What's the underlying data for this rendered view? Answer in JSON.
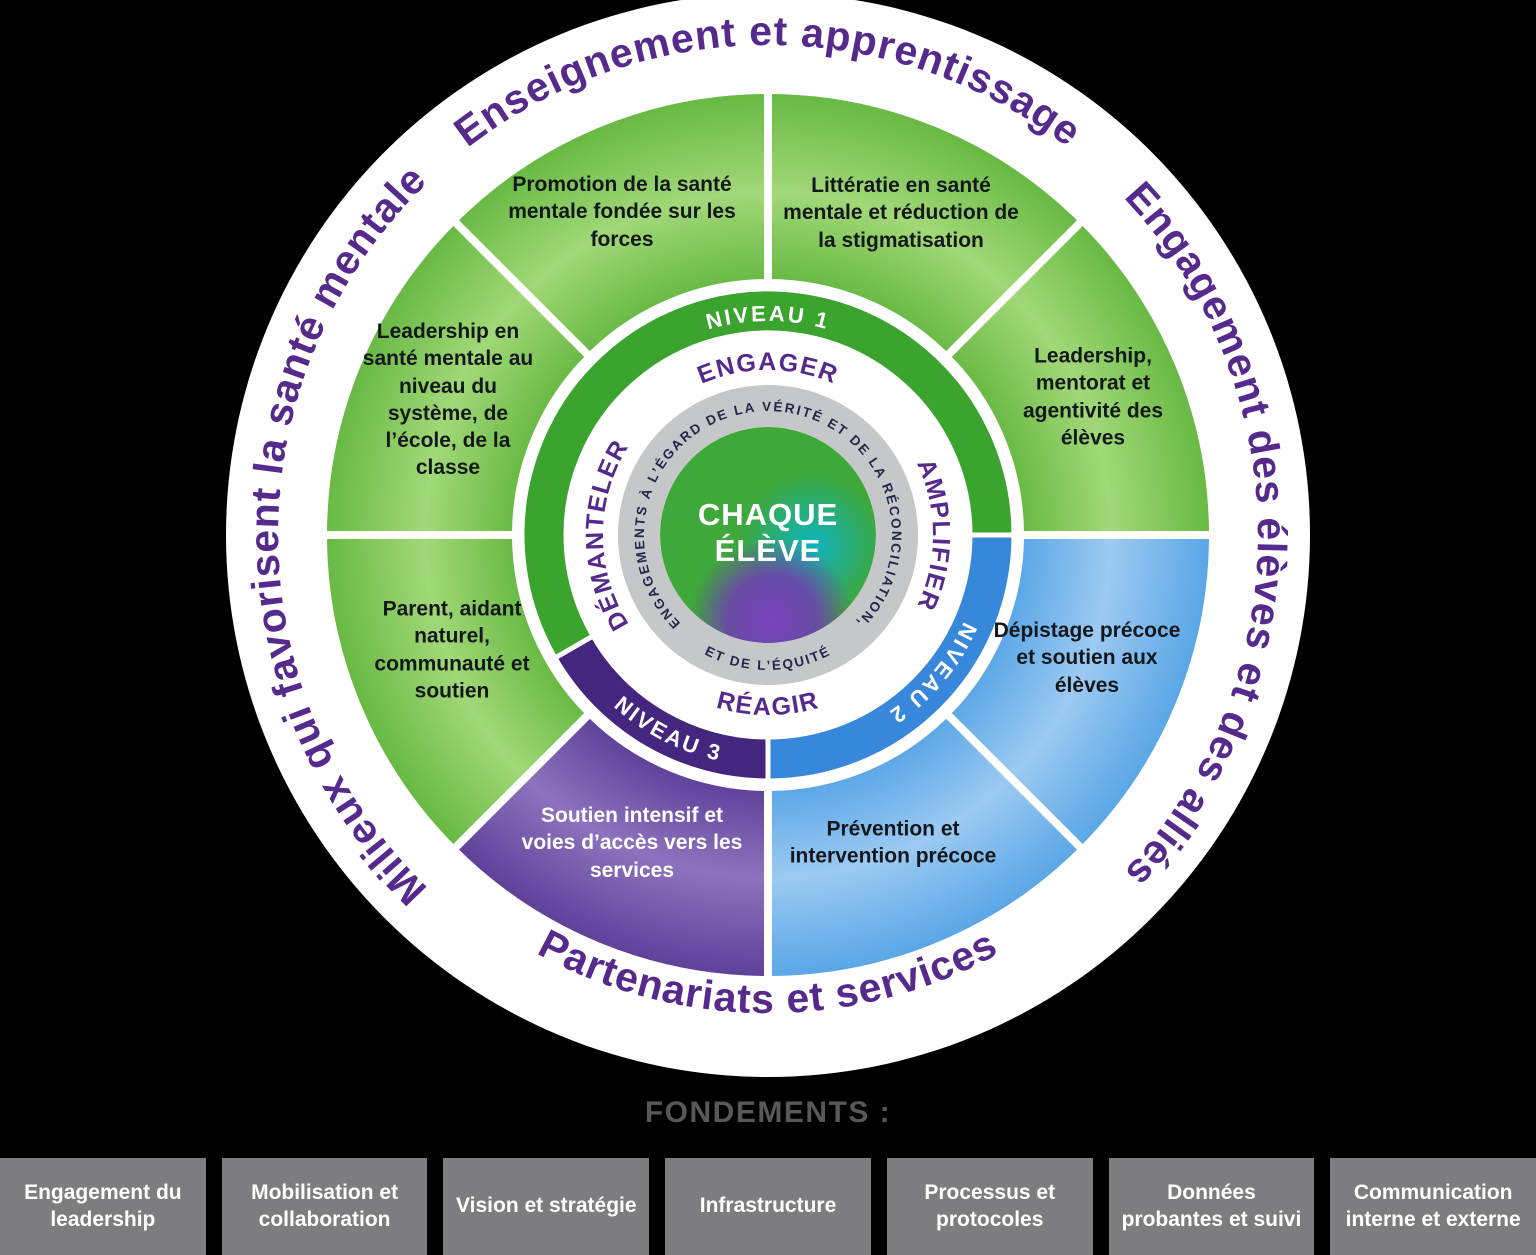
{
  "colors": {
    "accent_purple_text": "#56298c",
    "tier1_green": "#3aa42e",
    "tier2_blue": "#3787db",
    "tier3_purple": "#44267e",
    "segment_green": "#66b842",
    "segment_blue": "#58a5e6",
    "segment_purple": "#5d3f98",
    "commitment_ring_gray": "#c6c7c9",
    "foundation_box_gray": "#7d7d7f",
    "foundations_title_gray": "#58585a",
    "center_text_white": "#ffffff"
  },
  "wheel": {
    "outer_labels": {
      "top": "Enseignement et apprentissage",
      "right": "Engagement des élèves et des alliés",
      "bottom": "Partenariats et services",
      "left": "Milieux qui favorisent la santé mentale"
    },
    "segments": [
      {
        "id": "promotion",
        "label": "Promotion de la santé mentale fondée sur les forces",
        "color": "green"
      },
      {
        "id": "litteratie",
        "label": "Littératie en santé mentale et réduction de la stigmatisation",
        "color": "green"
      },
      {
        "id": "leadership-eleves",
        "label": "Leadership, mentorat et agentivité des élèves",
        "color": "green"
      },
      {
        "id": "depistage",
        "label": "Dépistage précoce et soutien aux élèves",
        "color": "blue"
      },
      {
        "id": "prevention",
        "label": "Prévention et intervention précoce",
        "color": "blue"
      },
      {
        "id": "soutien-intensif",
        "label": "Soutien intensif et voies d’accès vers les services",
        "color": "purple"
      },
      {
        "id": "parent",
        "label": "Parent, aidant naturel, communauté et soutien",
        "color": "green"
      },
      {
        "id": "leadership-systeme",
        "label": "Leadership en santé mentale au niveau du système, de l’école, de la classe",
        "color": "green"
      }
    ],
    "tiers": {
      "tier1": "NIVEAU 1",
      "tier2": "NIVEAU 2",
      "tier3": "NIVEAU 3"
    },
    "actions": {
      "top": "ENGAGER",
      "right": "AMPLIFIER",
      "bottom": "RÉAGIR",
      "left": "DÉMANTELER"
    },
    "commitment_ring": {
      "main": "ENGAGEMENTS À L’ÉGARD DE LA VÉRITÉ ET DE LA RÉCONCILIATION,",
      "bottom": "ET DE L’ÉQUITÉ"
    },
    "center": {
      "line1": "CHAQUE",
      "line2": "ÉLÈVE"
    }
  },
  "foundations": {
    "title": "FONDEMENTS :",
    "items": [
      "Engagement du leadership",
      "Mobilisation et collaboration",
      "Vision et stratégie",
      "Infrastructure",
      "Processus et protocoles",
      "Données probantes et suivi",
      "Communication interne et externe"
    ]
  }
}
